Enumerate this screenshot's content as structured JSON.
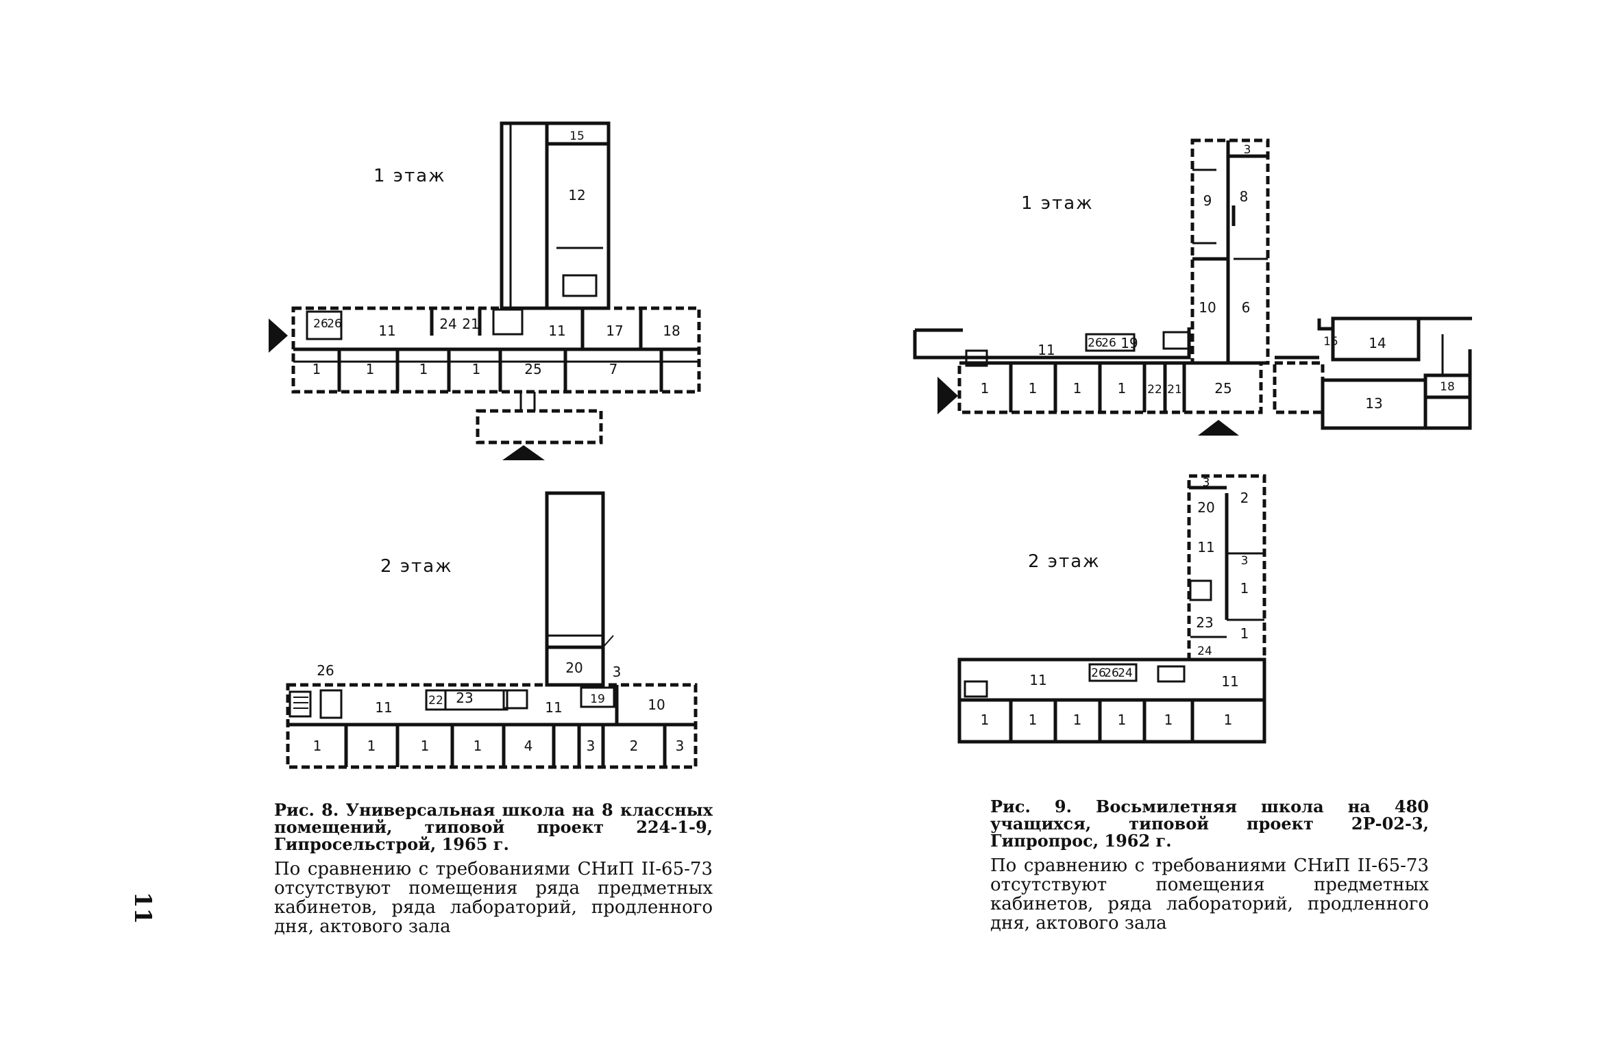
{
  "page_number": "11",
  "fig8": {
    "floor1_label": "1 этаж",
    "floor2_label": "2 этаж",
    "caption_number": "Рис. 8.",
    "caption_title": "Универсальная школа на 8 классных помещений, типовой проект 224-1-9, Гипросельстрой, 1965 г.",
    "caption_body": "По сравнению с требованиями СНиП II-65-73 отсутствуют помещения ряда предметных кабинетов, ряда лабораторий, продленного дня, актового зала"
  },
  "fig9": {
    "floor1_label": "1 этаж",
    "floor2_label": "2 этаж",
    "caption_number": "Рис. 9.",
    "caption_title": "Восьмилетняя школа на 480 учащихся, типовой проект 2Р-02-3, Гипропрос, 1962 г.",
    "caption_body": "По сравнению с требованиями СНиП II-65-73 отсутствуют помещения предметных кабинетов, ряда лабораторий, продленного дня, актового зала"
  },
  "plans": {
    "f8_1": [
      "15",
      "12",
      "26",
      "26",
      "11",
      "24",
      "21",
      "11",
      "17",
      "18",
      "1",
      "1",
      "1",
      "1",
      "25",
      "7"
    ],
    "f8_2": [
      "26",
      "20",
      "3",
      "22",
      "23",
      "11",
      "11",
      "19",
      "10",
      "1",
      "1",
      "1",
      "1",
      "4",
      "3",
      "2",
      "3"
    ],
    "f9_1": [
      "3",
      "9",
      "8",
      "10",
      "6",
      "11",
      "26",
      "26",
      "19",
      "15",
      "14",
      "1",
      "1",
      "1",
      "1",
      "22",
      "21",
      "25",
      "13",
      "18"
    ],
    "f9_2": [
      "3",
      "20",
      "2",
      "11",
      "3",
      "1",
      "23",
      "1",
      "24",
      "26",
      "26",
      "24",
      "11",
      "11",
      "1",
      "1",
      "1",
      "1",
      "1",
      "1"
    ]
  }
}
